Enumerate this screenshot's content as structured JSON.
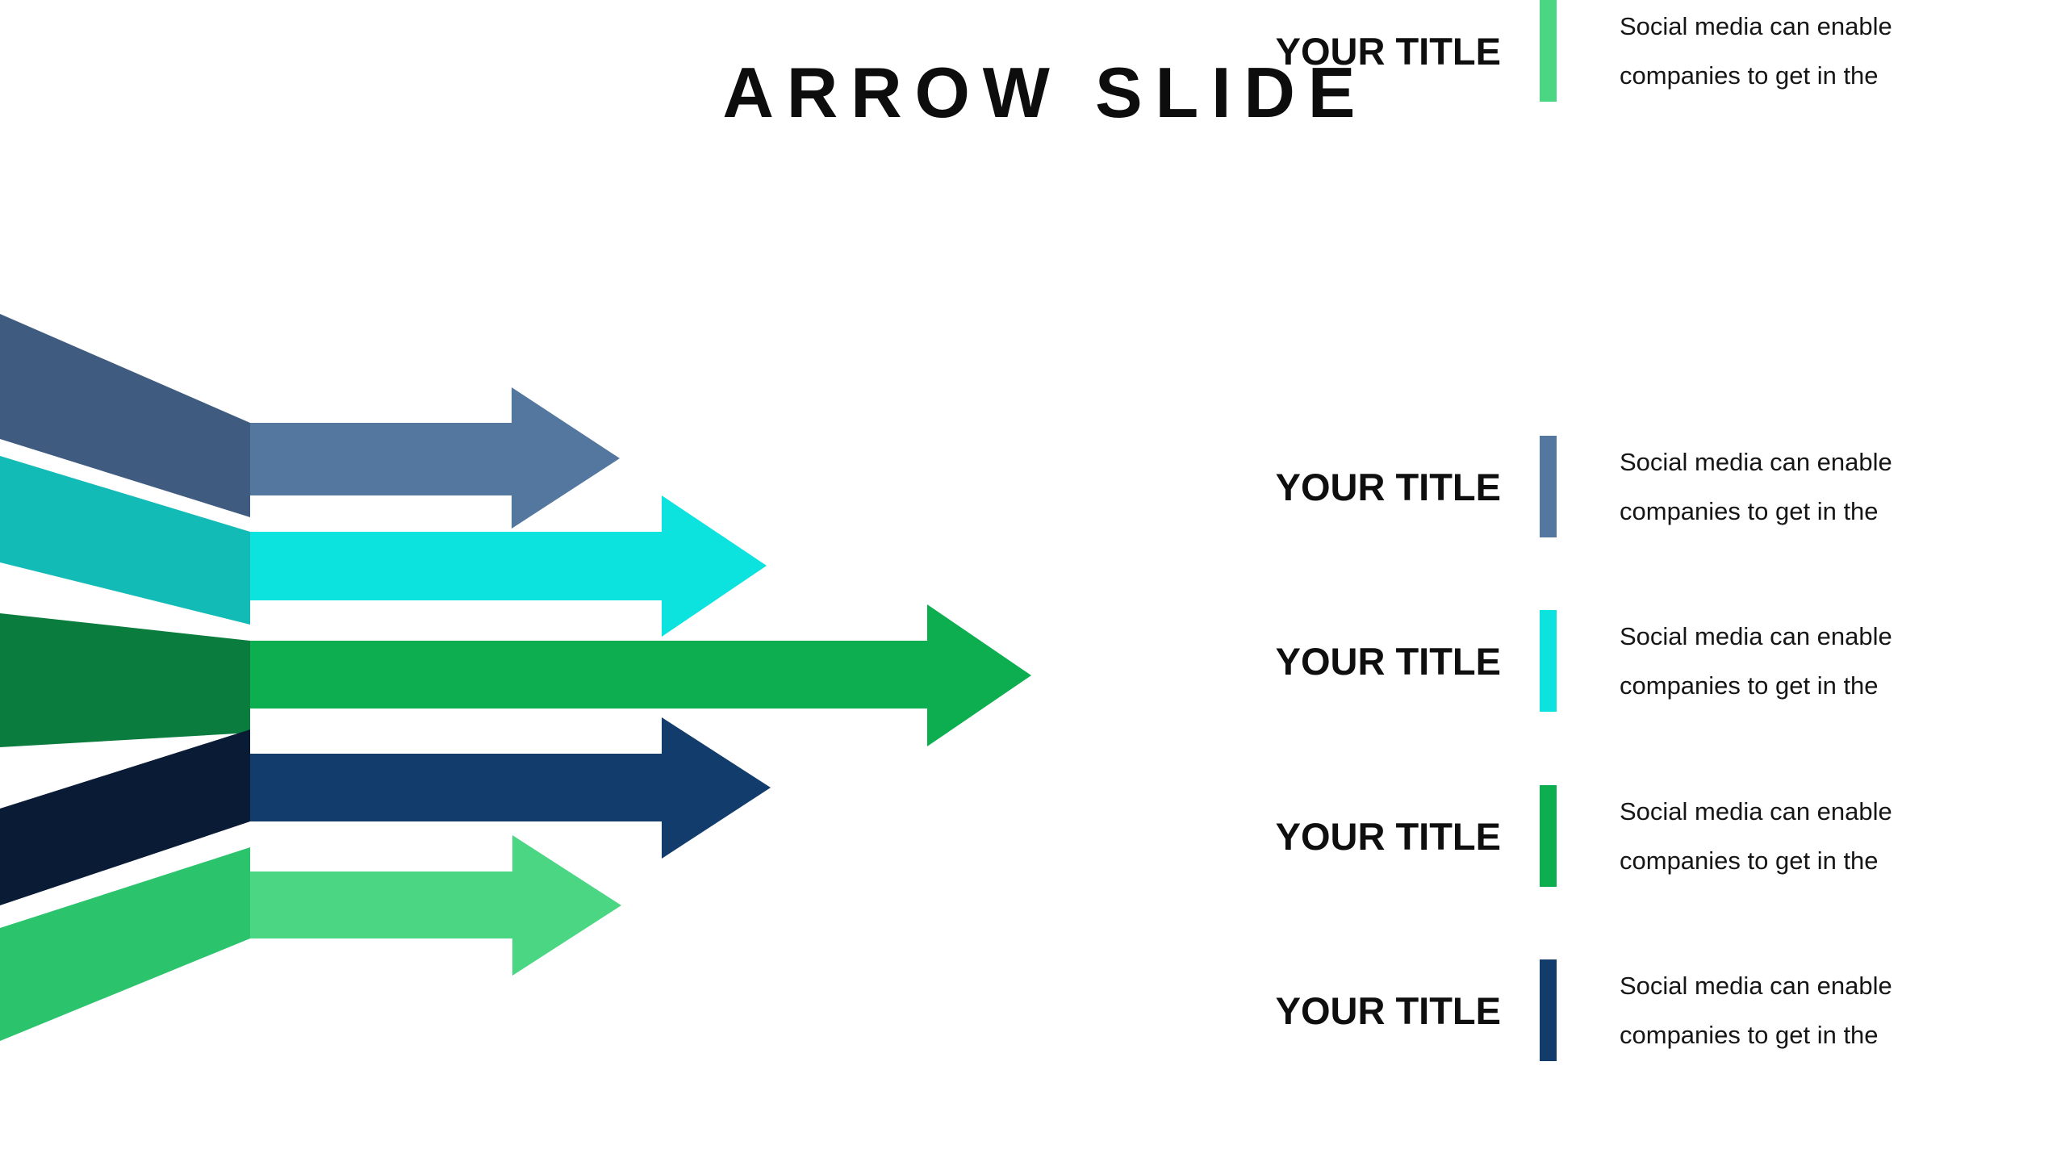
{
  "slide": {
    "title": "ARROW SLIDE",
    "background_color": "#ffffff",
    "title_color": "#0d0d0d"
  },
  "arrows": [
    {
      "name": "steel-blue",
      "tail_color": "#3F5C80",
      "body_color": "#54779F"
    },
    {
      "name": "cyan",
      "tail_color": "#13BBB7",
      "body_color": "#0CE2DE"
    },
    {
      "name": "green",
      "tail_color": "#097C3E",
      "body_color": "#0CAE50"
    },
    {
      "name": "navy",
      "tail_color": "#0A1B35",
      "body_color": "#113C6C"
    },
    {
      "name": "light-green",
      "tail_color": "#2BC46D",
      "body_color": "#4BD683"
    }
  ],
  "rows": [
    {
      "title": "YOUR TITLE",
      "bar_color": "#54779F",
      "description_line1": "Social media can enable",
      "description_line2": "companies to get in the"
    },
    {
      "title": "YOUR TITLE",
      "bar_color": "#0CE2DE",
      "description_line1": "Social media can enable",
      "description_line2": "companies to get in the"
    },
    {
      "title": "YOUR TITLE",
      "bar_color": "#0CAE50",
      "description_line1": "Social media can enable",
      "description_line2": "companies to get in the"
    },
    {
      "title": "YOUR TITLE",
      "bar_color": "#113C6C",
      "description_line1": "Social media can enable",
      "description_line2": "companies to get in the"
    },
    {
      "title": "YOUR TITLE",
      "bar_color": "#4BD683",
      "description_line1": "Social media can enable",
      "description_line2": "companies to get in the"
    }
  ]
}
